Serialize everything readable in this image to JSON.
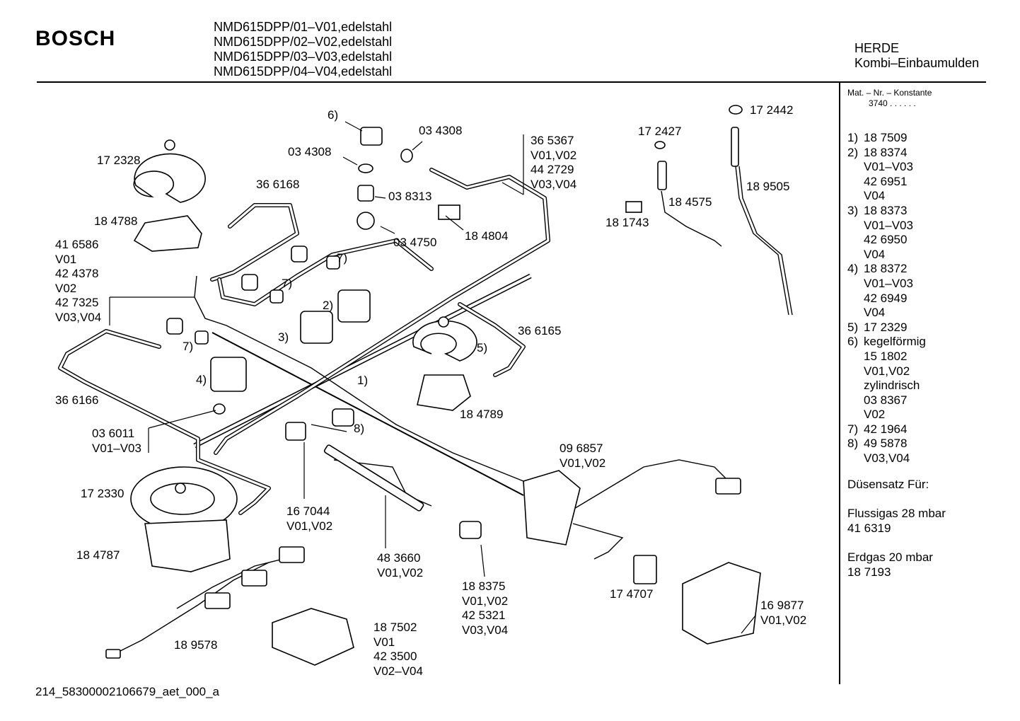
{
  "header": {
    "brand": "BOSCH",
    "models": [
      "NMD615DPP/01–V01,edelstahl",
      "NMD615DPP/02–V02,edelstahl",
      "NMD615DPP/03–V03,edelstahl",
      "NMD615DPP/04–V04,edelstahl"
    ],
    "category": "HERDE",
    "subcategory": "Kombi–Einbaumulden"
  },
  "sidebar": {
    "mat_label": "Mat. – Nr. – Konstante",
    "mat_value": "3740  .  .  .  .  .  .",
    "items": [
      {
        "num": "1)",
        "lines": [
          "18 7509"
        ]
      },
      {
        "num": "2)",
        "lines": [
          "18 8374",
          "V01–V03",
          "42 6951",
          "V04"
        ]
      },
      {
        "num": "3)",
        "lines": [
          "18 8373",
          "V01–V03",
          "42 6950",
          "V04"
        ]
      },
      {
        "num": "4)",
        "lines": [
          "18 8372",
          "V01–V03",
          "42 6949",
          "V04"
        ]
      },
      {
        "num": "5)",
        "lines": [
          "17 2329"
        ]
      },
      {
        "num": "6)",
        "lines": [
          "kegelförmig",
          "15 1802",
          "V01,V02",
          "zylindrisch",
          "03 8367",
          "V02"
        ]
      },
      {
        "num": "7)",
        "lines": [
          "42 1964"
        ]
      },
      {
        "num": "8)",
        "lines": [
          "49 5878",
          "V03,V04"
        ]
      }
    ],
    "duesen_title": "Düsensatz Für:",
    "fluessig_label": "Flussigas 28 mbar",
    "fluessig_value": "41 6319",
    "erdgas_label": "Erdgas 20 mbar",
    "erdgas_value": "18 7193"
  },
  "footer": {
    "code": "214_58300002106679_aet_000_a"
  },
  "labels": {
    "l6": "6)",
    "l034308a": "03 4308",
    "l034308b": "03 4308",
    "l365367": [
      "36 5367",
      "V01,V02",
      "44 2729",
      "V03,V04"
    ],
    "l172427": "17 2427",
    "l172442": "17 2442",
    "l172328": "17 2328",
    "l366168": "36 6168",
    "l038313": "03 8313",
    "l184575": "18 4575",
    "l189505": "18 9505",
    "l184788": "18 4788",
    "l181743": "18 1743",
    "l184804": "18 4804",
    "l034750": "03 4750",
    "l416586": [
      "41 6586",
      "V01",
      "42 4378",
      "V02",
      "42 7325",
      "V03,V04"
    ],
    "l7a": "7)",
    "l7b": "7)",
    "l7c": "7)",
    "l2": "2)",
    "l3": "3)",
    "l4": "4)",
    "l5": "5)",
    "l1": "1)",
    "l8": "8)",
    "l366165": "36 6165",
    "l184789": "18 4789",
    "l366166": "36 6166",
    "l036011": [
      "03 6011",
      "V01–V03"
    ],
    "l096857": [
      "09 6857",
      "V01,V02"
    ],
    "l172330": "17 2330",
    "l167044": [
      "16 7044",
      "V01,V02"
    ],
    "l483660": [
      "48 3660",
      "V01,V02"
    ],
    "l188375": [
      "18 8375",
      "V01,V02",
      "42 5321",
      "V03,V04"
    ],
    "l184787": "18 4787",
    "l174707": "17 4707",
    "l169877": [
      "16 9877",
      "V01,V02"
    ],
    "l189578": "18 9578",
    "l187502": [
      "18 7502",
      "V01",
      "42 3500",
      "V02–V04"
    ]
  }
}
